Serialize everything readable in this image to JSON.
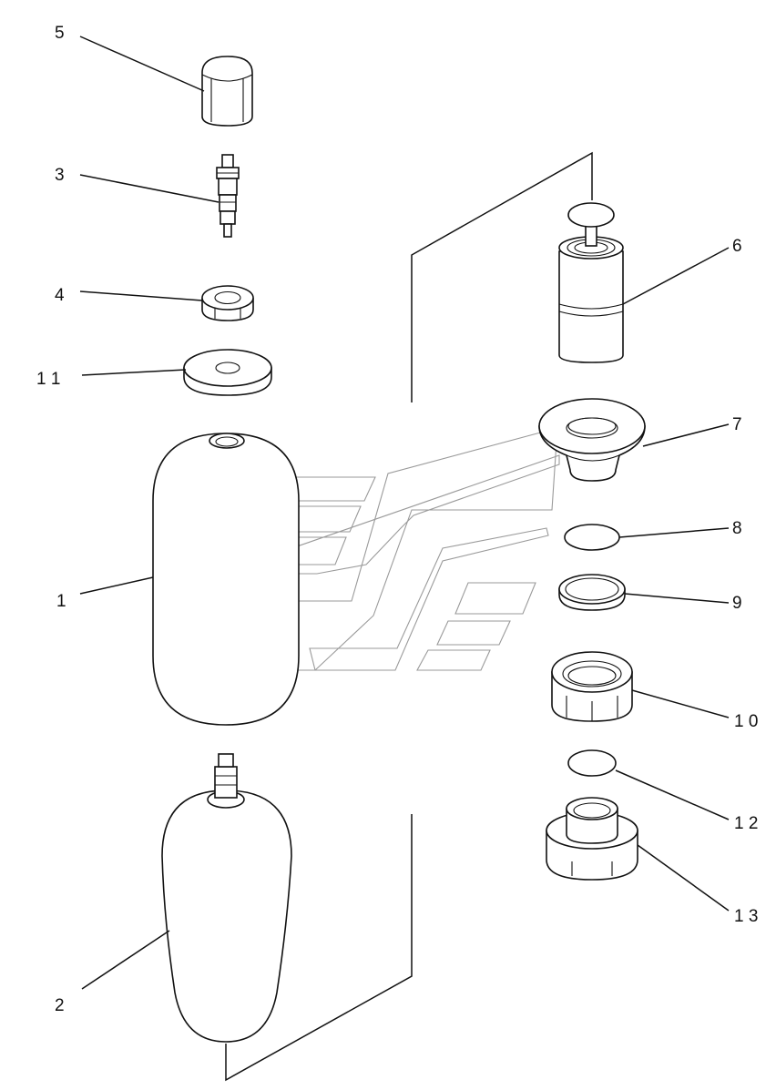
{
  "callouts": [
    {
      "id": "5",
      "text": "5"
    },
    {
      "id": "3",
      "text": "3"
    },
    {
      "id": "4",
      "text": "4"
    },
    {
      "id": "11",
      "text": "1 1"
    },
    {
      "id": "1",
      "text": "1"
    },
    {
      "id": "2",
      "text": "2"
    },
    {
      "id": "6",
      "text": "6"
    },
    {
      "id": "7",
      "text": "7"
    },
    {
      "id": "8",
      "text": "8"
    },
    {
      "id": "9",
      "text": "9"
    },
    {
      "id": "10",
      "text": "1 0"
    },
    {
      "id": "12",
      "text": "1 2"
    },
    {
      "id": "13",
      "text": "1 3"
    }
  ],
  "colors": {
    "ink": "#111111",
    "watermark": "#9a9a9a",
    "background": "#ffffff"
  }
}
